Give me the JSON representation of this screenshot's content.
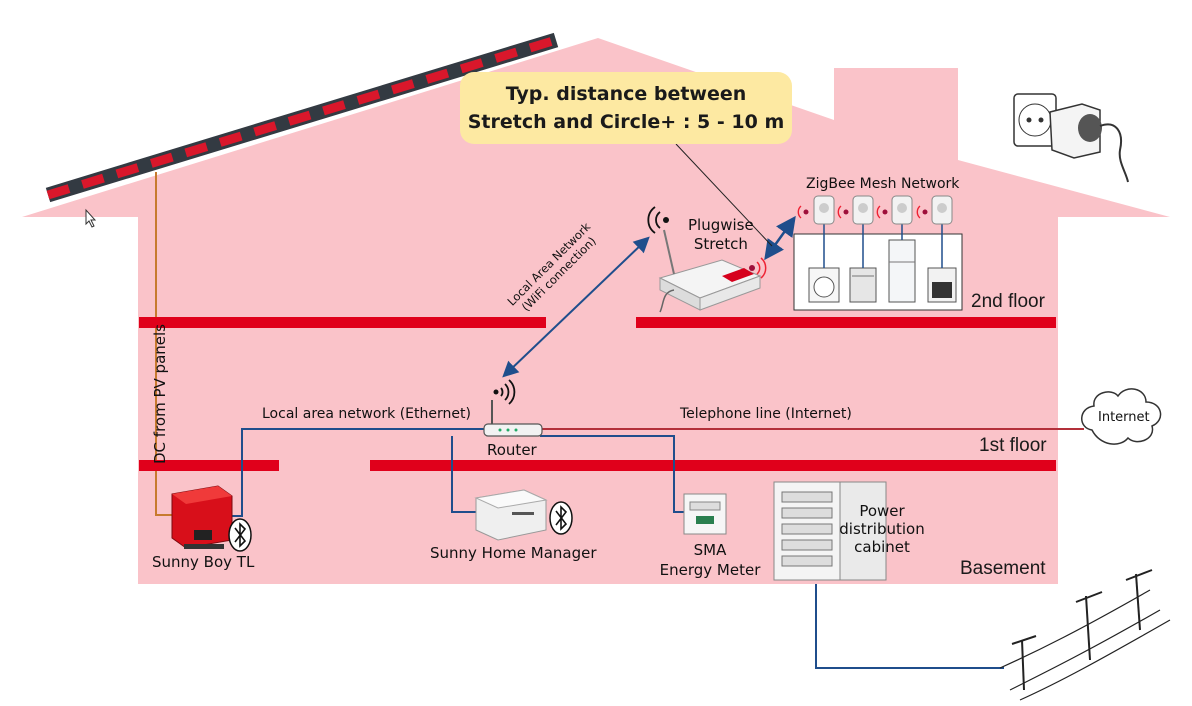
{
  "callout": {
    "line1": "Typ. distance between",
    "line2": "Stretch and Circle+ : 5 - 10 m"
  },
  "labels": {
    "zigbee": "ZigBee Mesh Network",
    "plugwise_line1": "Plugwise",
    "plugwise_line2": "Stretch",
    "lan_wifi_line1": "Local Area Network",
    "lan_wifi_line2": "(WiFi connection)",
    "dc_pv": "DC from PV panels",
    "lan_ethernet": "Local area network (Ethernet)",
    "telephone": "Telephone line (Internet)",
    "internet": "Internet",
    "router": "Router",
    "sunny_boy": "Sunny Boy TL",
    "home_manager": "Sunny Home Manager",
    "energy_meter_line1": "SMA",
    "energy_meter_line2": "Energy Meter",
    "cabinet_line1": "Power",
    "cabinet_line2": "distribution",
    "cabinet_line3": "cabinet"
  },
  "floors": {
    "second": "2nd floor",
    "first": "1st floor",
    "basement": "Basement"
  },
  "colors": {
    "house_fill": "#fac3c9",
    "floor_red": "#e0001b",
    "network_blue": "#1f4e8c",
    "dc_orange": "#c77a2e",
    "telephone_red": "#b3303a",
    "callout_yellow": "#fde9a2"
  }
}
